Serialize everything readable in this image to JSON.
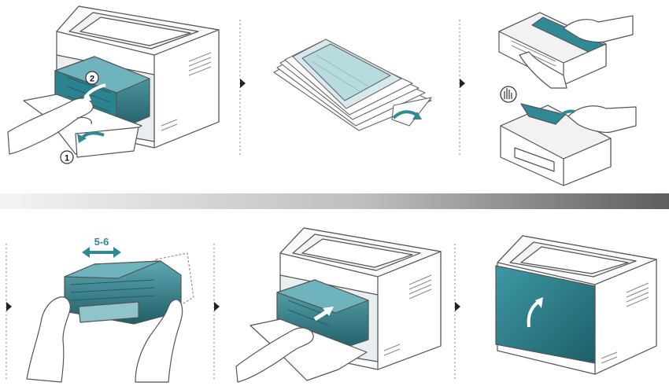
{
  "steps": [
    {
      "marker": "2"
    },
    {
      "marker": "1"
    },
    {
      "marker": "5-6"
    }
  ],
  "colors": {
    "toner": "#2f8a96",
    "toner_dark": "#1f5e67",
    "toner_light": "#8fc4cb",
    "line": "#555555",
    "divider": "#9a9a9a",
    "band_dark": "#6a6a6a"
  },
  "icons": [
    "separator-arrow-icon",
    "hand-icon",
    "curved-arrow-icon",
    "double-arrow-icon"
  ]
}
